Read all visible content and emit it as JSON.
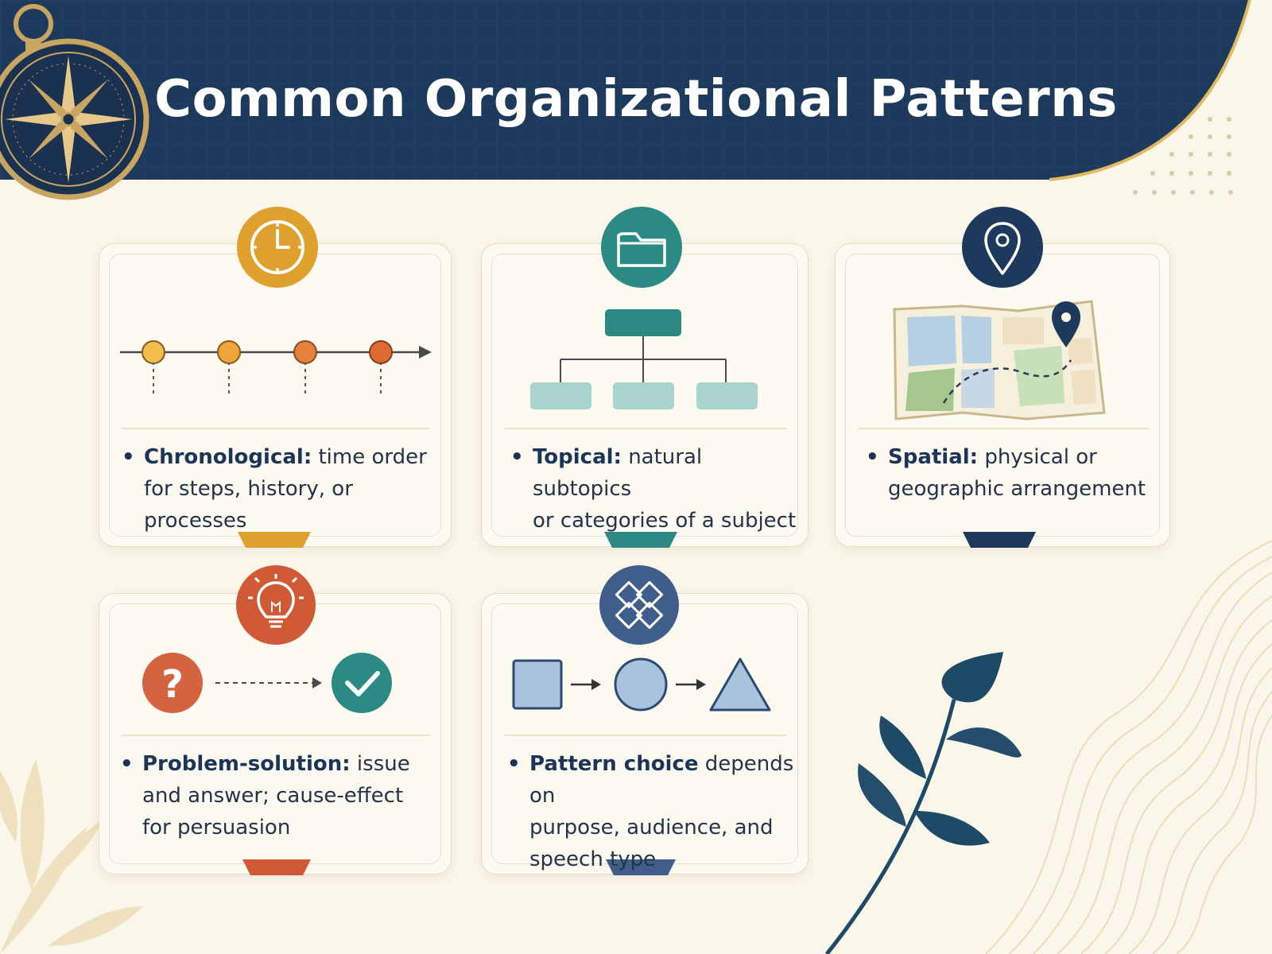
{
  "header": {
    "title": "Common Organizational Patterns"
  },
  "colors": {
    "navy": "#1d3a5c",
    "gold": "#e0a02e",
    "teal": "#2b8a84",
    "rust": "#cf5a35",
    "slate": "#3f5f8a",
    "cream": "#fbf6ea"
  },
  "cards": [
    {
      "term": "Chronological:",
      "text_line1": "time order",
      "text_line2": "for steps, history, or processes",
      "icon": "clock-icon",
      "illustration": "timeline"
    },
    {
      "term": "Topical:",
      "text_line1": "natural subtopics",
      "text_line2": "or categories of a subject",
      "icon": "folder-icon",
      "illustration": "hierarchy-tree"
    },
    {
      "term": "Spatial:",
      "text_line1": "physical or",
      "text_line2": "geographic arrangement",
      "icon": "map-pin-icon",
      "illustration": "folded-map"
    },
    {
      "term": "Problem-solution:",
      "text_line1": "issue",
      "text_line2": "and answer; cause-effect",
      "text_line3": "for persuasion",
      "icon": "lightbulb-icon",
      "illustration": "question-to-check"
    },
    {
      "term": "Pattern choice",
      "text_line1": "depends on",
      "text_line2": "purpose, audience, and",
      "text_line3": "speech type",
      "icon": "puzzle-pattern-icon",
      "illustration": "shape-sequence"
    }
  ]
}
